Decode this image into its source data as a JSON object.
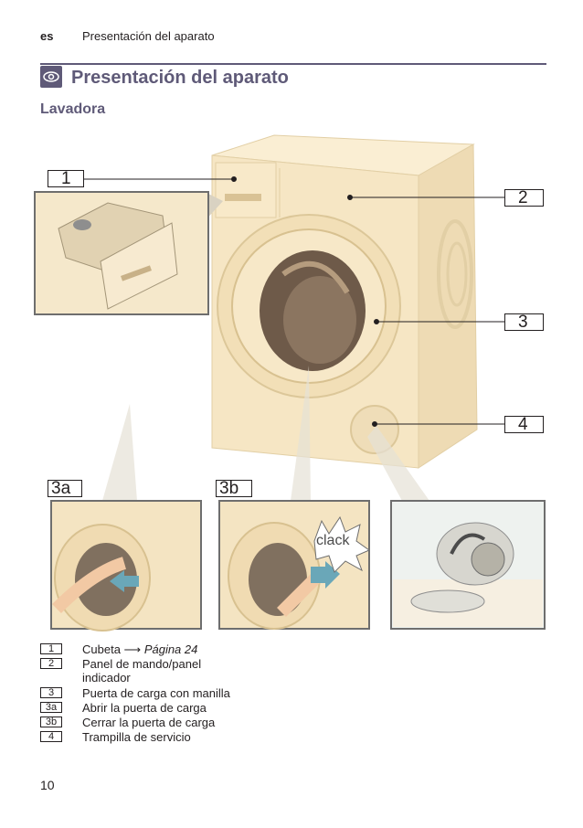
{
  "header": {
    "lang": "es",
    "section": "Presentación del aparato"
  },
  "title": "Presentación del aparato",
  "subtitle": "Lavadora",
  "callouts": {
    "c1": "1",
    "c2": "2",
    "c3": "3",
    "c4": "4",
    "c3a": "3a",
    "c3b": "3b"
  },
  "detail": {
    "clack": "clack"
  },
  "legend": [
    {
      "key": "1",
      "text": "Cubeta",
      "arrow": "⟶",
      "ref": "Página 24"
    },
    {
      "key": "2",
      "text": "Panel de mando/panel",
      "text2": "indicador"
    },
    {
      "key": "3",
      "text": "Puerta de carga con manilla"
    },
    {
      "key": "3a",
      "text": "Abrir la puerta de carga"
    },
    {
      "key": "3b",
      "text": "Cerrar la puerta de carga"
    },
    {
      "key": "4",
      "text": "Trampilla de servicio"
    }
  ],
  "page_number": "10",
  "colors": {
    "accent": "#5f5a78",
    "machine": "#f6e6c4",
    "machine_shade": "#e9d3a6",
    "arrow": "#6aa7b8"
  },
  "icons": {
    "title": "eye-icon"
  }
}
